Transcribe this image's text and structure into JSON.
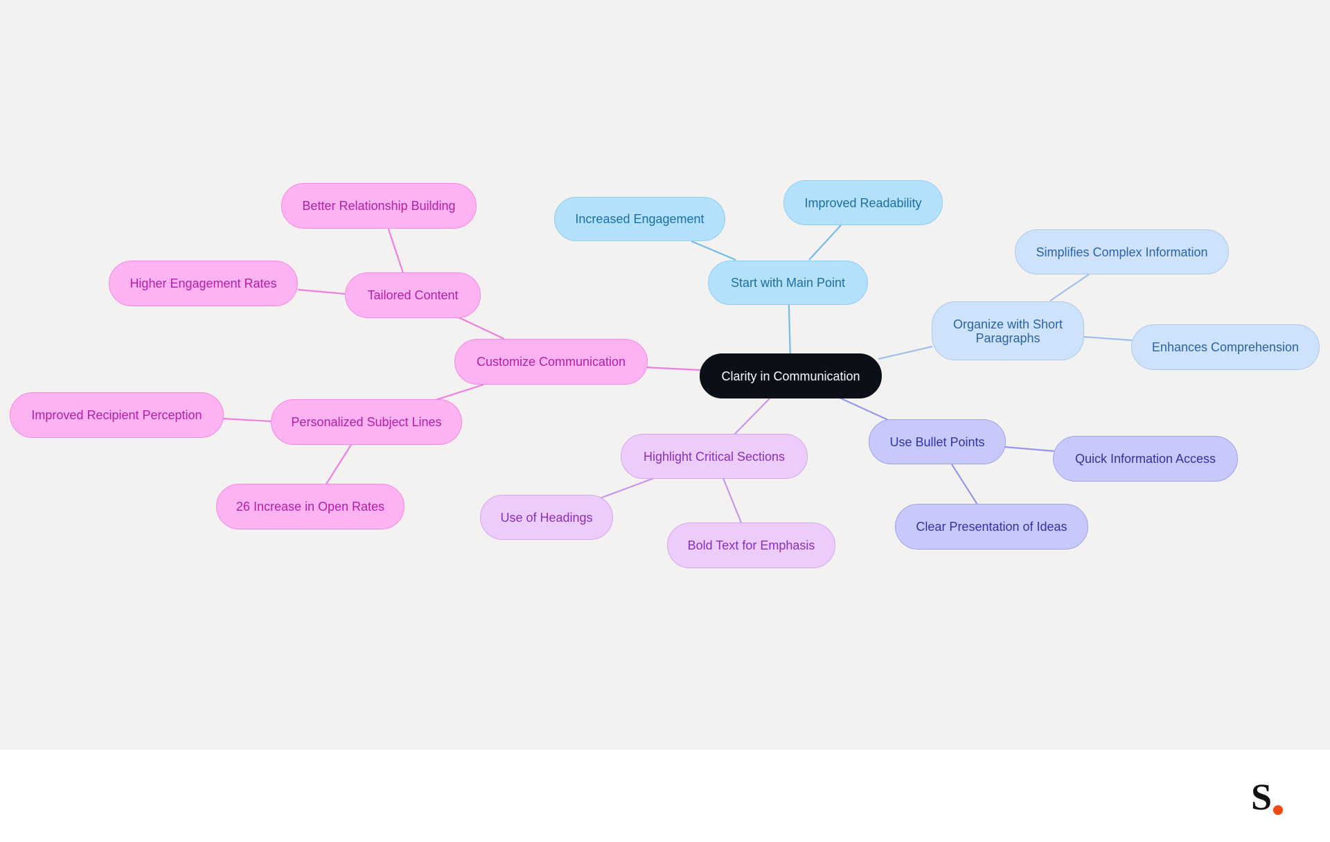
{
  "mindmap": {
    "center": {
      "label": "Clarity in Communication"
    },
    "branches": [
      {
        "label": "Start with Main Point",
        "children": [
          "Increased Engagement",
          "Improved Readability"
        ]
      },
      {
        "label": "Organize with Short Paragraphs",
        "children": [
          "Simplifies Complex Information",
          "Enhances Comprehension"
        ]
      },
      {
        "label": "Use Bullet Points",
        "children": [
          "Quick Information Access",
          "Clear Presentation of Ideas"
        ]
      },
      {
        "label": "Highlight Critical Sections",
        "children": [
          "Use of Headings",
          "Bold Text for Emphasis"
        ]
      },
      {
        "label": "Customize Communication",
        "children": [
          {
            "label": "Tailored Content",
            "children": [
              "Better Relationship Building",
              "Higher Engagement Rates"
            ]
          },
          {
            "label": "Personalized Subject Lines",
            "children": [
              "Improved Recipient Perception",
              "26 Increase in Open Rates"
            ]
          }
        ]
      }
    ]
  },
  "colors": {
    "center": "#0b0f17",
    "sky": "#b3e0fb",
    "pale_blue": "#cfe2fb",
    "indigo": "#c7c9fb",
    "violet": "#ebccfa",
    "pink": "#fdb2f2",
    "background": "#f3f2f1",
    "logo_dot": "#f04a14"
  },
  "logo": {
    "letter": "S",
    "icon": "brand-logo-icon"
  }
}
